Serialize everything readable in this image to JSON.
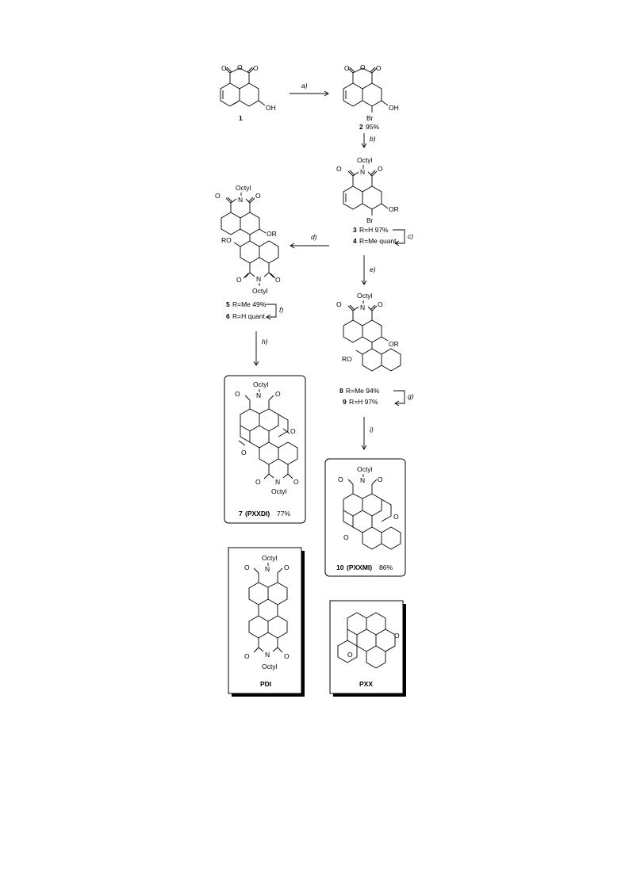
{
  "compounds": {
    "c1": {
      "num": "1",
      "oh": "OH"
    },
    "c2": {
      "num": "2",
      "yield": "95%",
      "br": "Br",
      "oh": "OH"
    },
    "c3": {
      "num": "3",
      "r": "R=H 97%",
      "octyl": "Octyl",
      "br": "Br",
      "or": "OR"
    },
    "c4": {
      "num": "4",
      "r": "R=Me quant."
    },
    "c5": {
      "num": "5",
      "r": "R=Me 49%",
      "octyl_top": "Octyl",
      "octyl_bottom": "Octyl",
      "or": "OR",
      "ro": "RO"
    },
    "c6": {
      "num": "6",
      "r": "R=H quant."
    },
    "c7": {
      "num": "7",
      "name": "(PXXDI)",
      "yield": "77%",
      "octyl_top": "Octyl",
      "octyl_bottom": "Octyl"
    },
    "c8": {
      "num": "8",
      "r": "R=Me 94%",
      "octyl": "Octyl",
      "or": "OR",
      "ro": "RO"
    },
    "c9": {
      "num": "9",
      "r": "R=H 97%"
    },
    "c10": {
      "num": "10",
      "name": "(PXXMI)",
      "yield": "86%",
      "octyl": "Octyl"
    },
    "pdi": {
      "name": "PDI",
      "octyl_top": "Octyl",
      "octyl_bottom": "Octyl"
    },
    "pxx": {
      "name": "PXX"
    }
  },
  "steps": {
    "a": "a)",
    "b": "b)",
    "c": "c)",
    "d": "d)",
    "e": "e)",
    "f": "f)",
    "g": "g)",
    "h": "h)",
    "i": "i)"
  },
  "atoms": {
    "o": "O",
    "n": "N"
  }
}
